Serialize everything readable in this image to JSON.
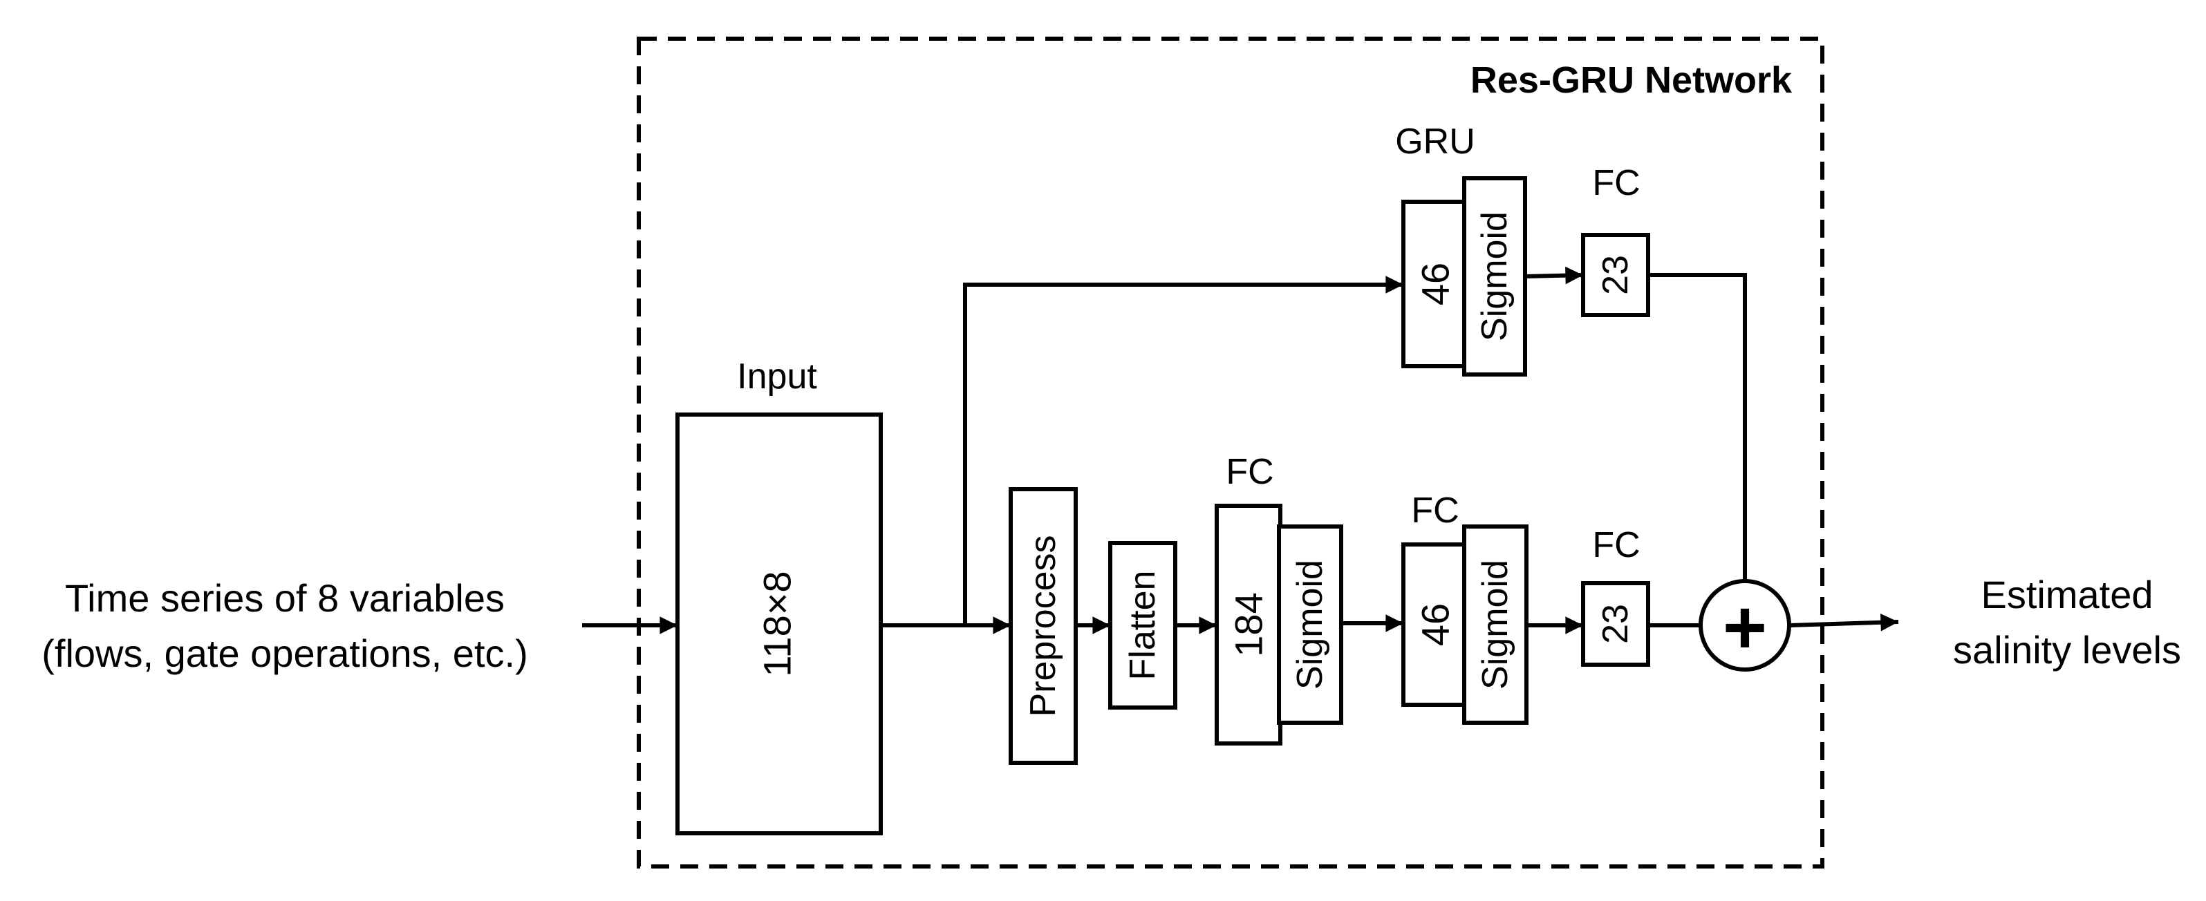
{
  "network": {
    "title": "Res-GRU Network"
  },
  "input_description": {
    "line1": "Time series of 8 variables",
    "line2": "(flows, gate operations, etc.)"
  },
  "output_description": {
    "line1": "Estimated",
    "line2": "salinity levels"
  },
  "input_block": {
    "heading": "Input",
    "shape": "118×8"
  },
  "gru_branch": {
    "gru_heading": "GRU",
    "gru_units": "46",
    "gru_activation": "Sigmoid",
    "fc_heading": "FC",
    "fc_units": "23"
  },
  "main_branch": {
    "preprocess": "Preprocess",
    "flatten": "Flatten",
    "fc1_heading": "FC",
    "fc1_units": "184",
    "fc1_activation": "Sigmoid",
    "fc2_heading": "FC",
    "fc2_units": "46",
    "fc2_activation": "Sigmoid",
    "fc3_heading": "FC",
    "fc3_units": "23"
  },
  "sum_node": {
    "symbol": "+"
  }
}
